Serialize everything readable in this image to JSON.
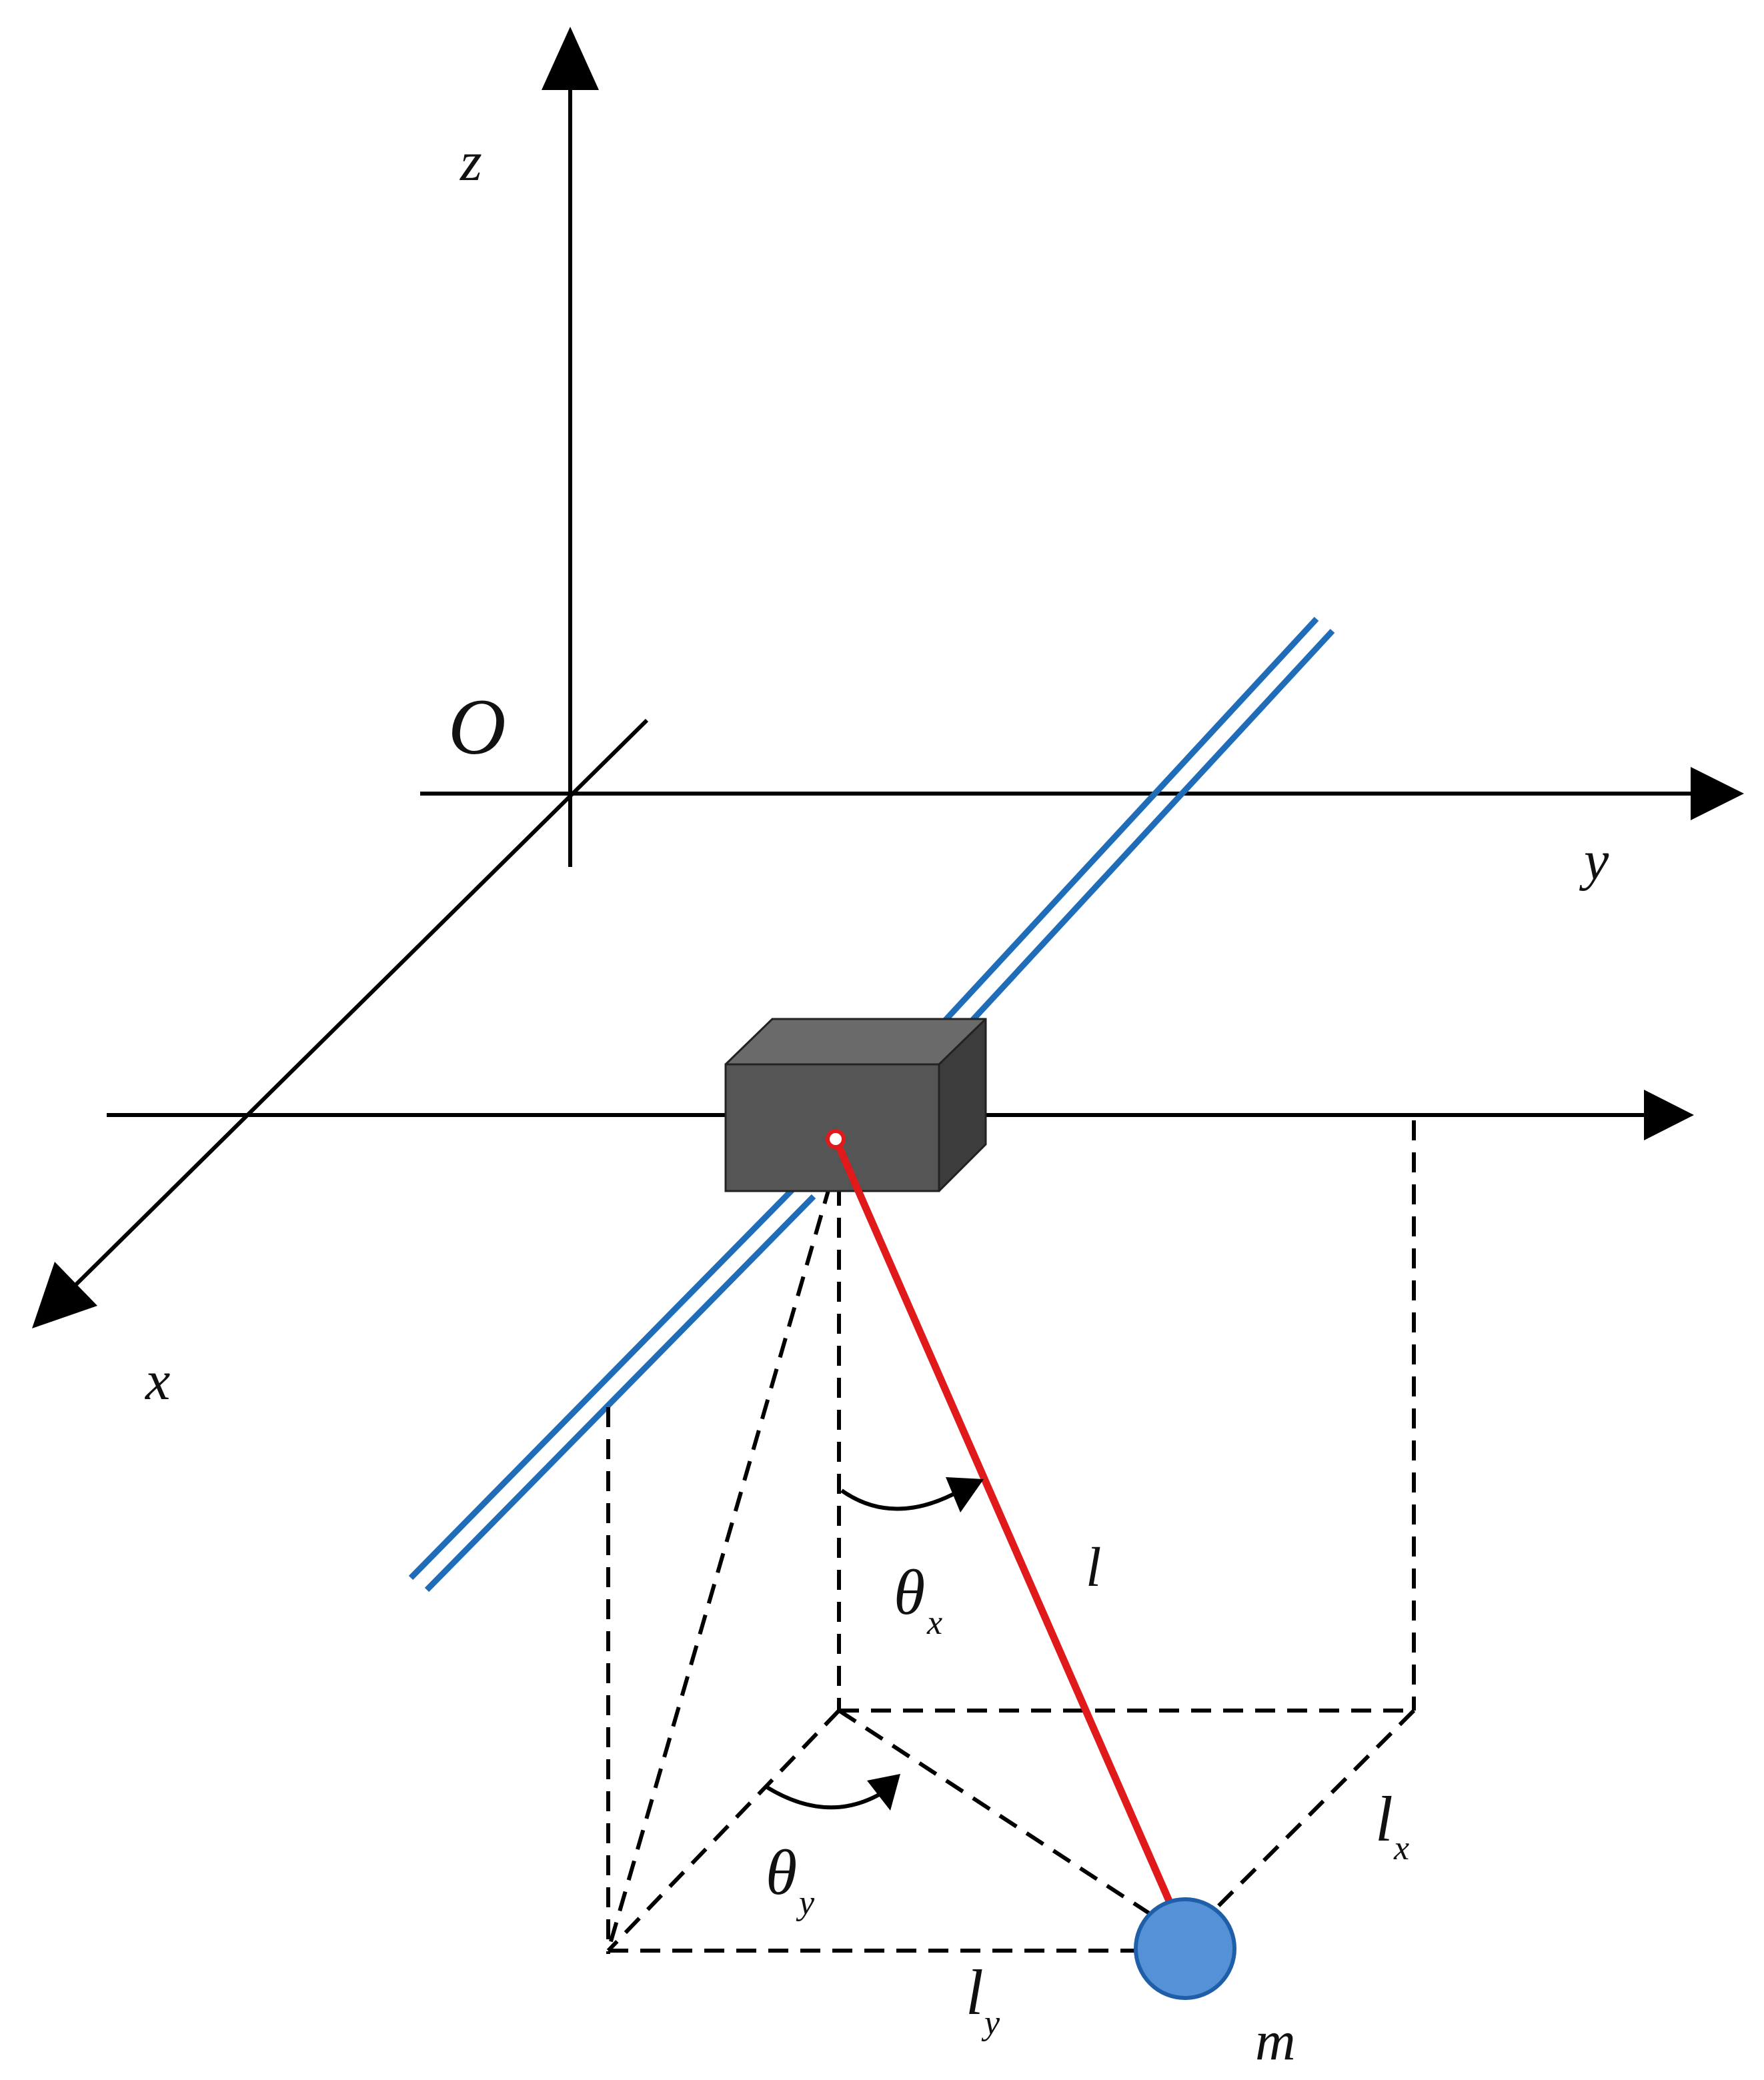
{
  "labels": {
    "z": "z",
    "origin": "O",
    "y": "y",
    "x": "x",
    "length": "l",
    "theta": "θ",
    "theta_x_sub": "x",
    "theta_y_sub": "y",
    "l_letter": "l",
    "lx_sub": "x",
    "ly_sub": "y",
    "mass": "m"
  },
  "colors": {
    "rail": "#1f6cb8",
    "rope": "#e0191b",
    "trolley_front": "#555555",
    "trolley_top": "#6a6a6a",
    "trolley_side": "#3c3c3c",
    "payload": "#5591d6",
    "payload_outline": "#1f5ea8"
  }
}
